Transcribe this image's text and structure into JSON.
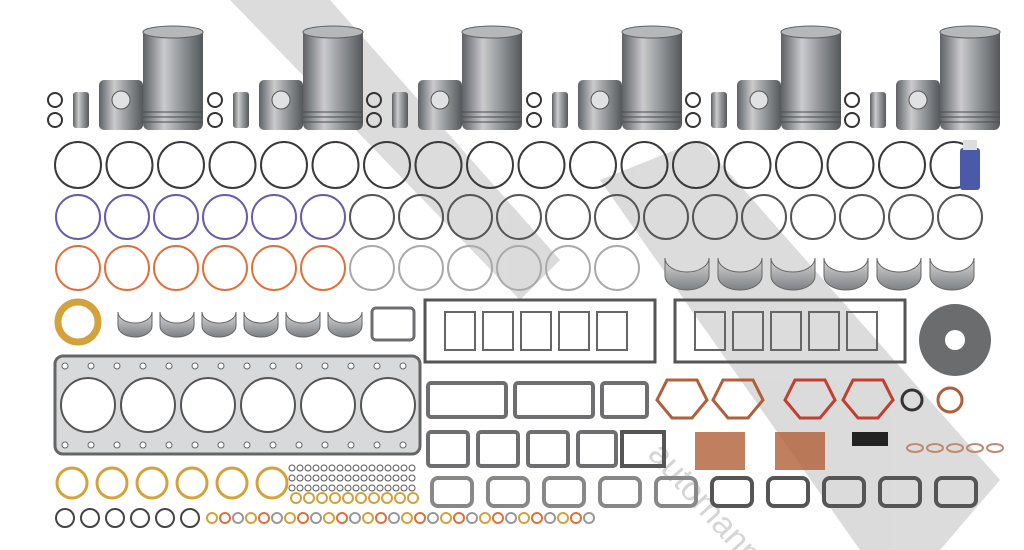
{
  "image": {
    "subject": "engine-overhaul-kit",
    "watermark_text": "automann",
    "colors": {
      "metal": "#8a8d90",
      "metal_light": "#c9cbcd",
      "ring_dark": "#3a3a3c",
      "ring_purple": "#6a5aa8",
      "ring_orange": "#e0703a",
      "ring_bronze": "#d4a23c",
      "gasket_gray": "#6e6e70",
      "gasket_copper": "#b06038",
      "watermark": "#9a9a9a"
    },
    "counts": {
      "cylinder_liners": 6,
      "pistons": 6
    }
  }
}
